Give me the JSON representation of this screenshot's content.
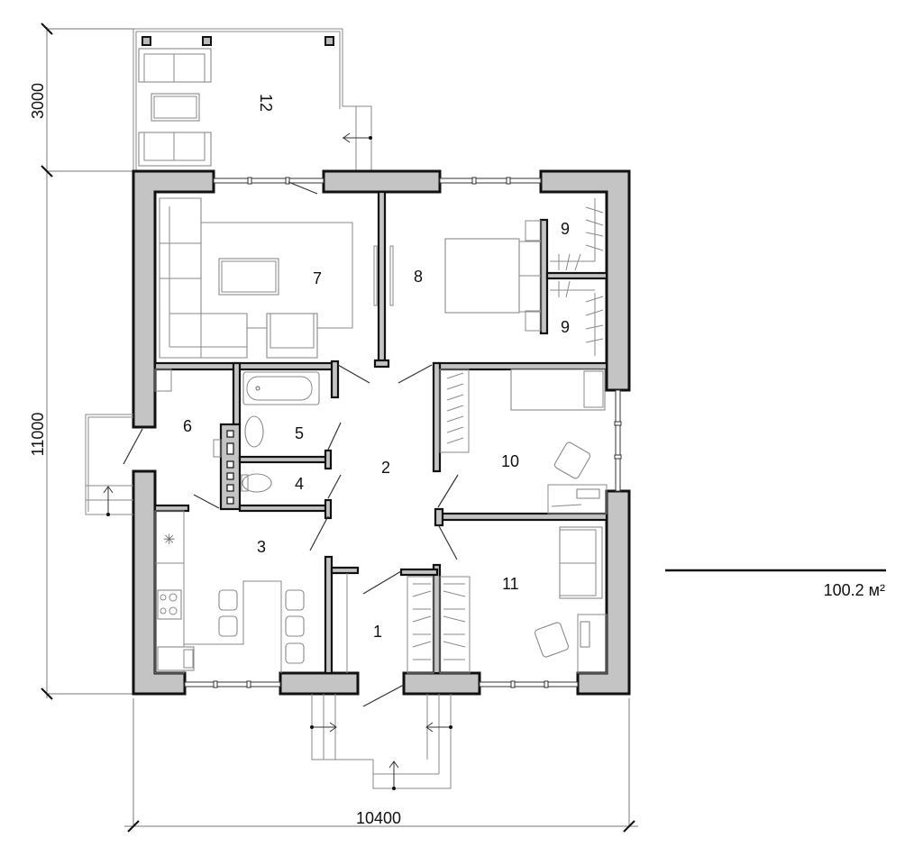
{
  "plan": {
    "total_area": "100.2 м²",
    "dimensions": {
      "width": "10400",
      "height": "11000",
      "terrace_depth": "3000"
    },
    "rooms": [
      {
        "id": "1",
        "label": "1"
      },
      {
        "id": "2",
        "label": "2"
      },
      {
        "id": "3",
        "label": "3"
      },
      {
        "id": "4",
        "label": "4"
      },
      {
        "id": "5",
        "label": "5"
      },
      {
        "id": "6",
        "label": "6"
      },
      {
        "id": "7",
        "label": "7"
      },
      {
        "id": "8",
        "label": "8"
      },
      {
        "id": "9a",
        "label": "9"
      },
      {
        "id": "9b",
        "label": "9"
      },
      {
        "id": "10",
        "label": "10"
      },
      {
        "id": "11",
        "label": "11"
      },
      {
        "id": "12",
        "label": "12"
      }
    ]
  },
  "colors": {
    "wall_fill": "#c4c4c4",
    "wall_stroke": "#111111",
    "furniture_stroke": "#8a8a8a"
  }
}
